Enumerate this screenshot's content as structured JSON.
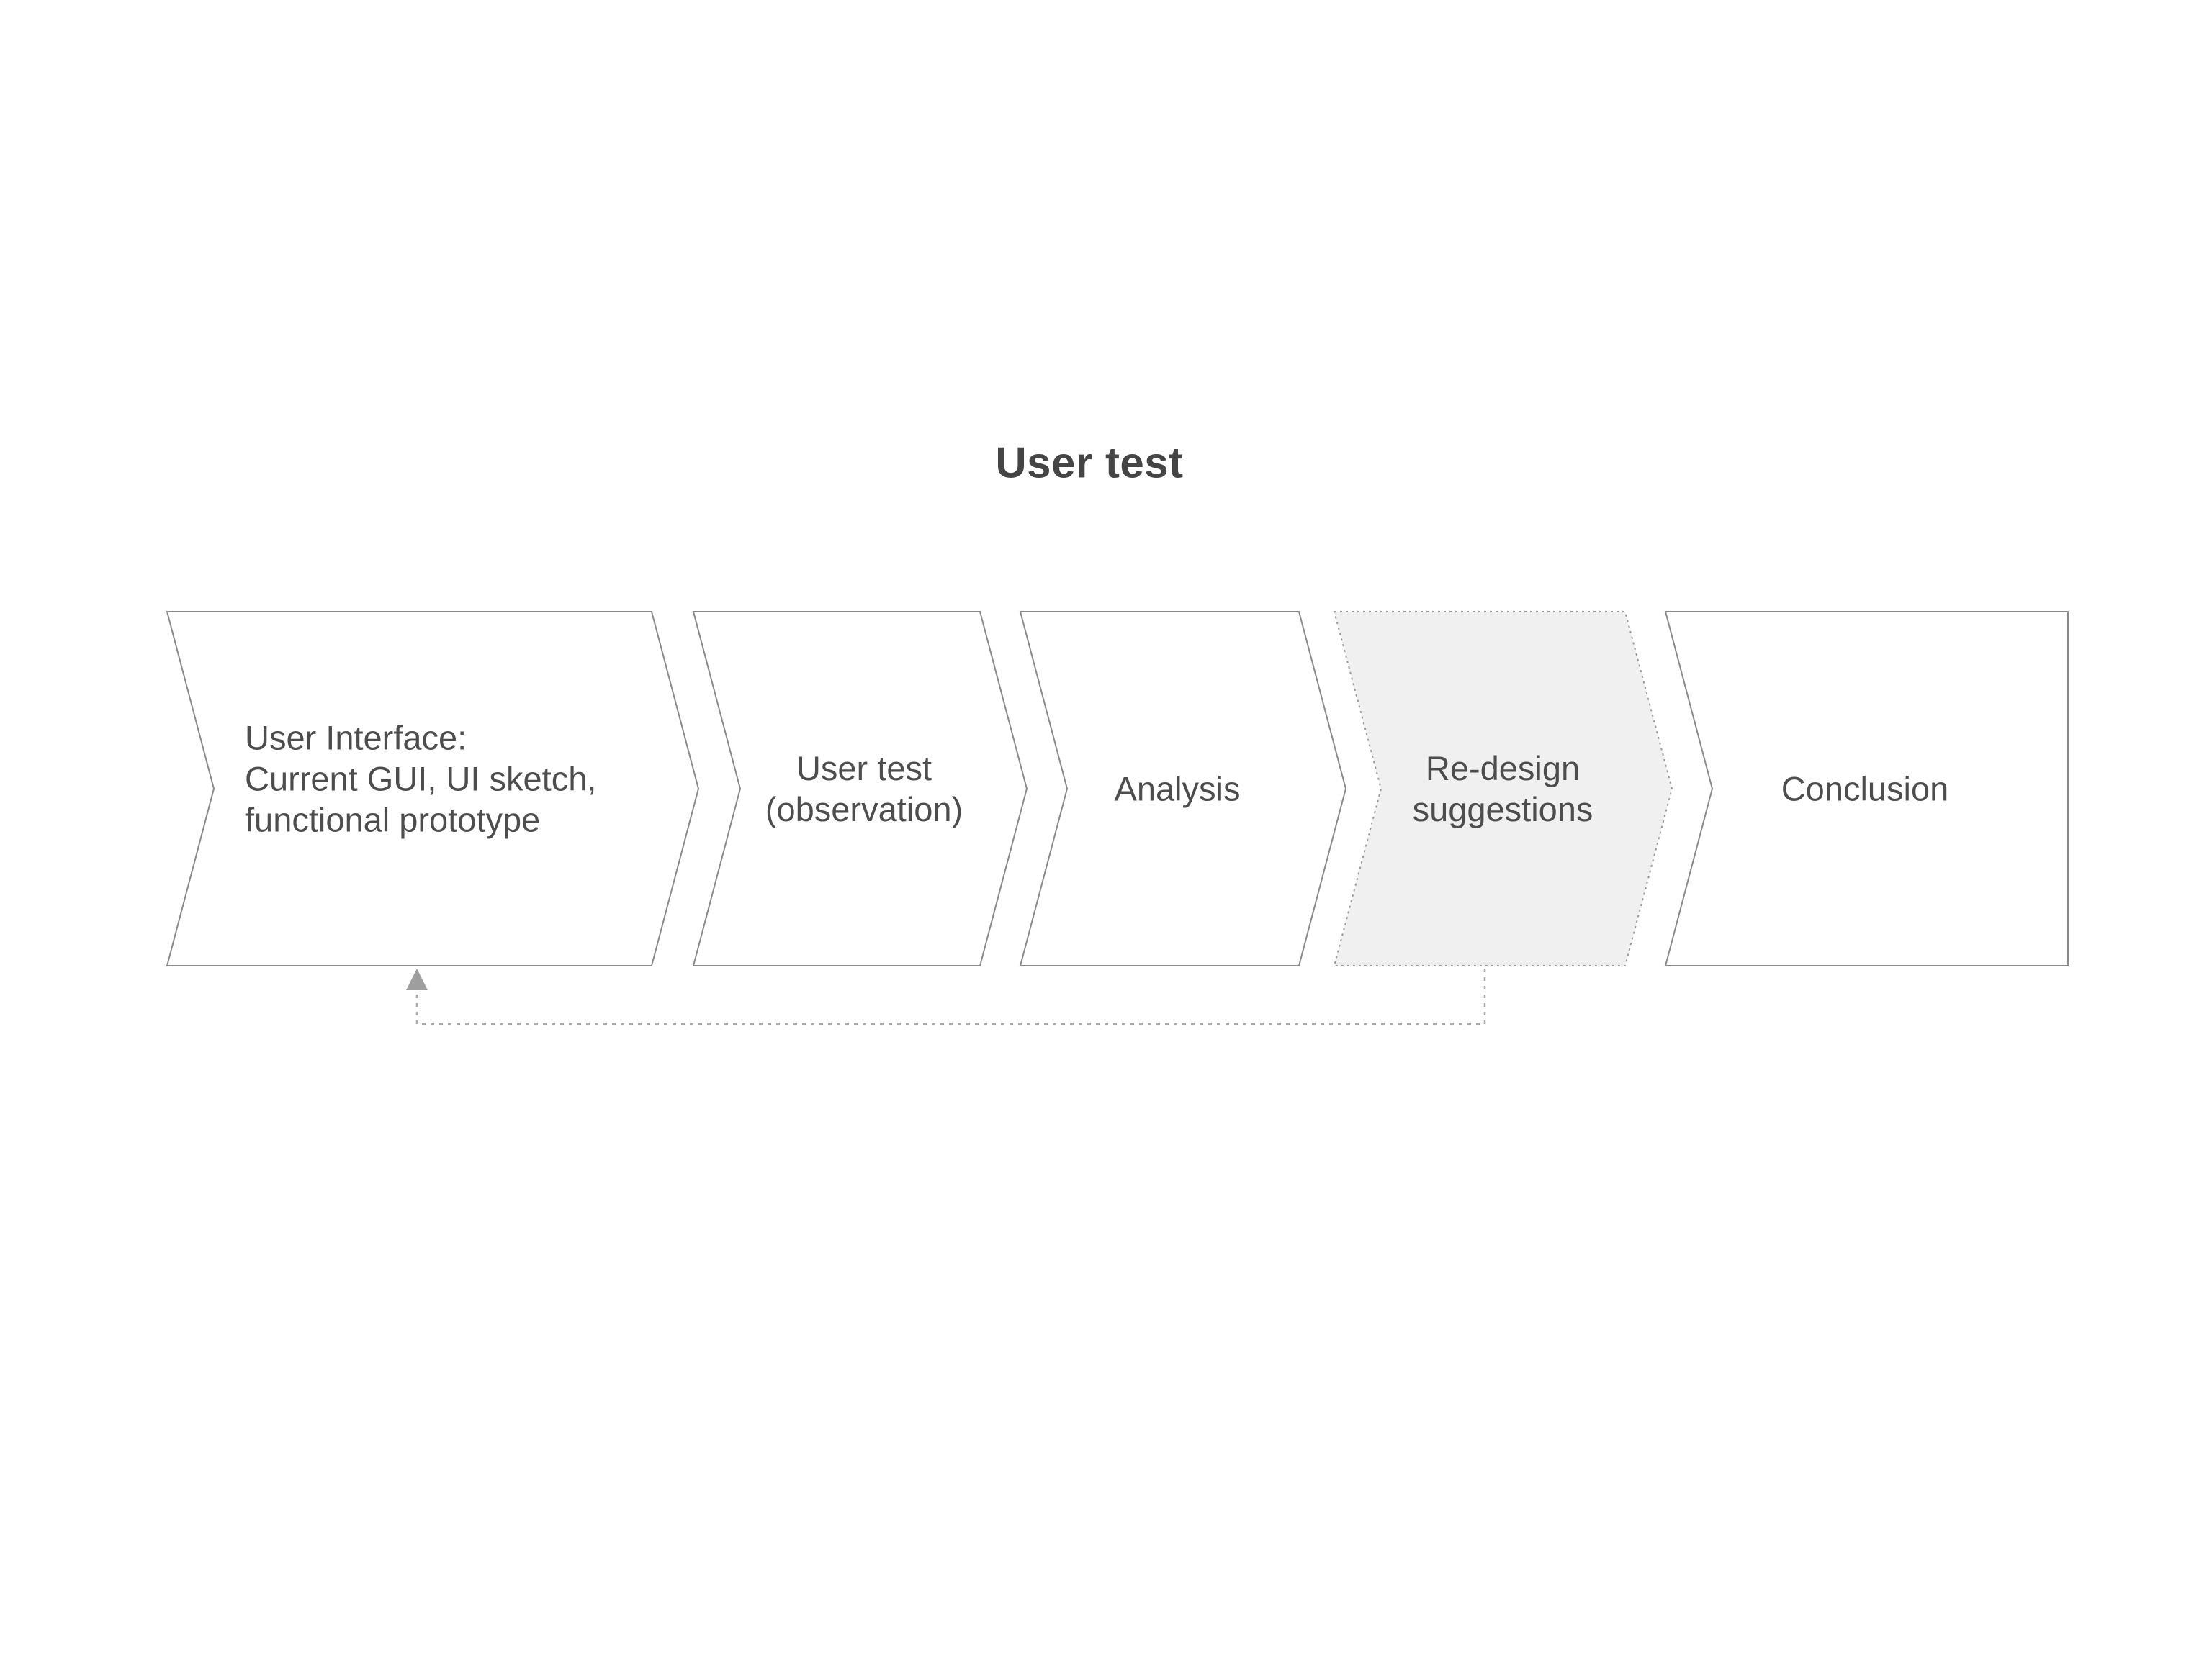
{
  "title": "User test",
  "steps": [
    {
      "id": "user-interface",
      "lines": [
        "User Interface:",
        "Current GUI, UI sketch,",
        "functional prototype"
      ],
      "highlighted": false
    },
    {
      "id": "user-test-observation",
      "lines": [
        "User test",
        "(observation)"
      ],
      "highlighted": false
    },
    {
      "id": "analysis",
      "lines": [
        "Analysis"
      ],
      "highlighted": false
    },
    {
      "id": "redesign-suggestions",
      "lines": [
        "Re-design",
        "suggestions"
      ],
      "highlighted": true
    },
    {
      "id": "conclusion",
      "lines": [
        "Conclusion"
      ],
      "highlighted": false
    }
  ],
  "feedback_arrow": {
    "from": "Re-design suggestions",
    "to": "User Interface",
    "style": "dotted"
  },
  "colors": {
    "box_border": "#8a8a8a",
    "box_fill": "#ffffff",
    "highlight_fill": "#f0f0f0",
    "text": "#4d4d4d",
    "title": "#454545",
    "arrow": "#9e9e9e"
  }
}
